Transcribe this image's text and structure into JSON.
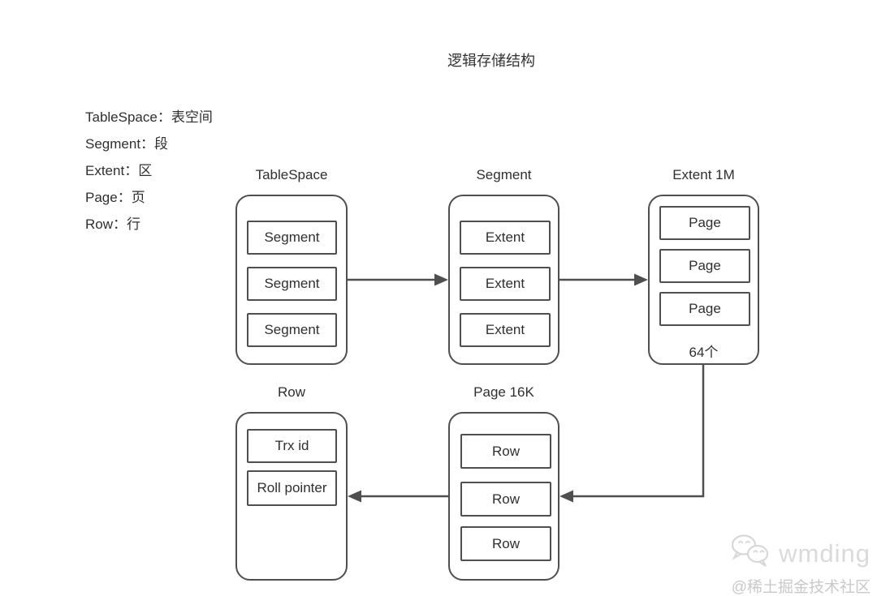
{
  "title": "逻辑存储结构",
  "legend": [
    "TableSpace：表空间",
    "Segment：段",
    "Extent：区",
    "Page：页",
    "Row：行"
  ],
  "diagram": {
    "containers": [
      {
        "id": "tablespace",
        "label": "TableSpace",
        "children": [
          "Segment",
          "Segment",
          "Segment"
        ]
      },
      {
        "id": "segment",
        "label": "Segment",
        "children": [
          "Extent",
          "Extent",
          "Extent"
        ]
      },
      {
        "id": "extent",
        "label": "Extent 1M",
        "children": [
          "Page",
          "Page",
          "Page"
        ],
        "footnote": "64个"
      },
      {
        "id": "row",
        "label": "Row",
        "children": [
          "Trx id",
          "Roll pointer"
        ]
      },
      {
        "id": "page",
        "label": "Page 16K",
        "children": [
          "Row",
          "Row",
          "Row"
        ]
      }
    ],
    "arrows": [
      "tablespace -> segment",
      "segment -> extent",
      "extent -> page (down-left)",
      "page -> row"
    ]
  },
  "watermark": {
    "icon": "wechat-icon",
    "author": "wmding",
    "community": "@稀土掘金技术社区"
  },
  "colors": {
    "background": "#ffffff",
    "line": "#4f4f4f",
    "text": "#2f2f2f",
    "watermark_name": "#dadada",
    "watermark_community": "#c9c9c9"
  }
}
